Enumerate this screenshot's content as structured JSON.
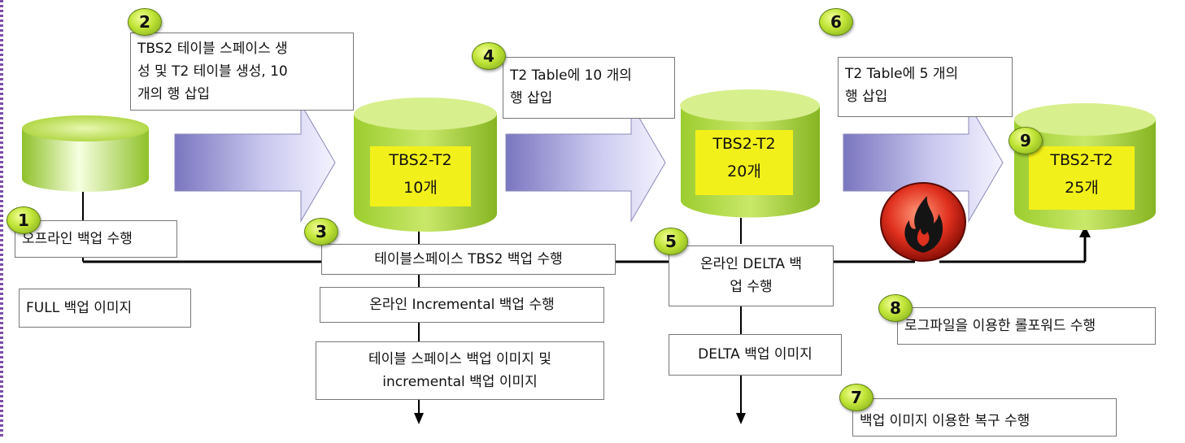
{
  "steps": {
    "s1": {
      "badge": "1",
      "text": "오프라인 백업 수행"
    },
    "s2": {
      "badge": "2",
      "lines": [
        "TBS2 테이블 스페이스 생",
        "성 및 T2 테이블 생성, 10",
        "개의 행 삽입"
      ]
    },
    "s3": {
      "badge": "3",
      "text": "테이블스페이스 TBS2 백업 수행"
    },
    "s4": {
      "badge": "4",
      "lines": [
        "T2 Table에 10 개의",
        "행 삽입"
      ]
    },
    "s5": {
      "badge": "5",
      "lines": [
        "온라인  DELTA 백",
        "업 수행"
      ]
    },
    "s6": {
      "badge": "6",
      "lines": [
        "T2 Table에 5 개의",
        "행 삽입"
      ]
    },
    "s7": {
      "badge": "7",
      "text": "백업 이미지 이용한 복구 수행"
    },
    "s8": {
      "badge": "8",
      "text": "로그파일을 이용한  롤포워드 수행"
    },
    "s9": {
      "badge": "9"
    }
  },
  "full_image": "FULL 백업 이미지",
  "online_incremental": "온라인 Incremental 백업 수행",
  "ts_incremental_image": [
    "테이블 스페이스 백업 이미지 및",
    "incremental 백업 이미지"
  ],
  "delta_image": "DELTA 백업 이미지",
  "db_labels": {
    "db2": [
      "TBS2-T2",
      "10개"
    ],
    "db3": [
      "TBS2-T2",
      "20개"
    ],
    "db4": [
      "TBS2-T2",
      "25개"
    ]
  },
  "colors": {
    "db_green": "#a8d234",
    "label_yellow": "#f2f01a",
    "arrow_lavender": "#8b86c9",
    "badge_green": "#bfe335"
  }
}
